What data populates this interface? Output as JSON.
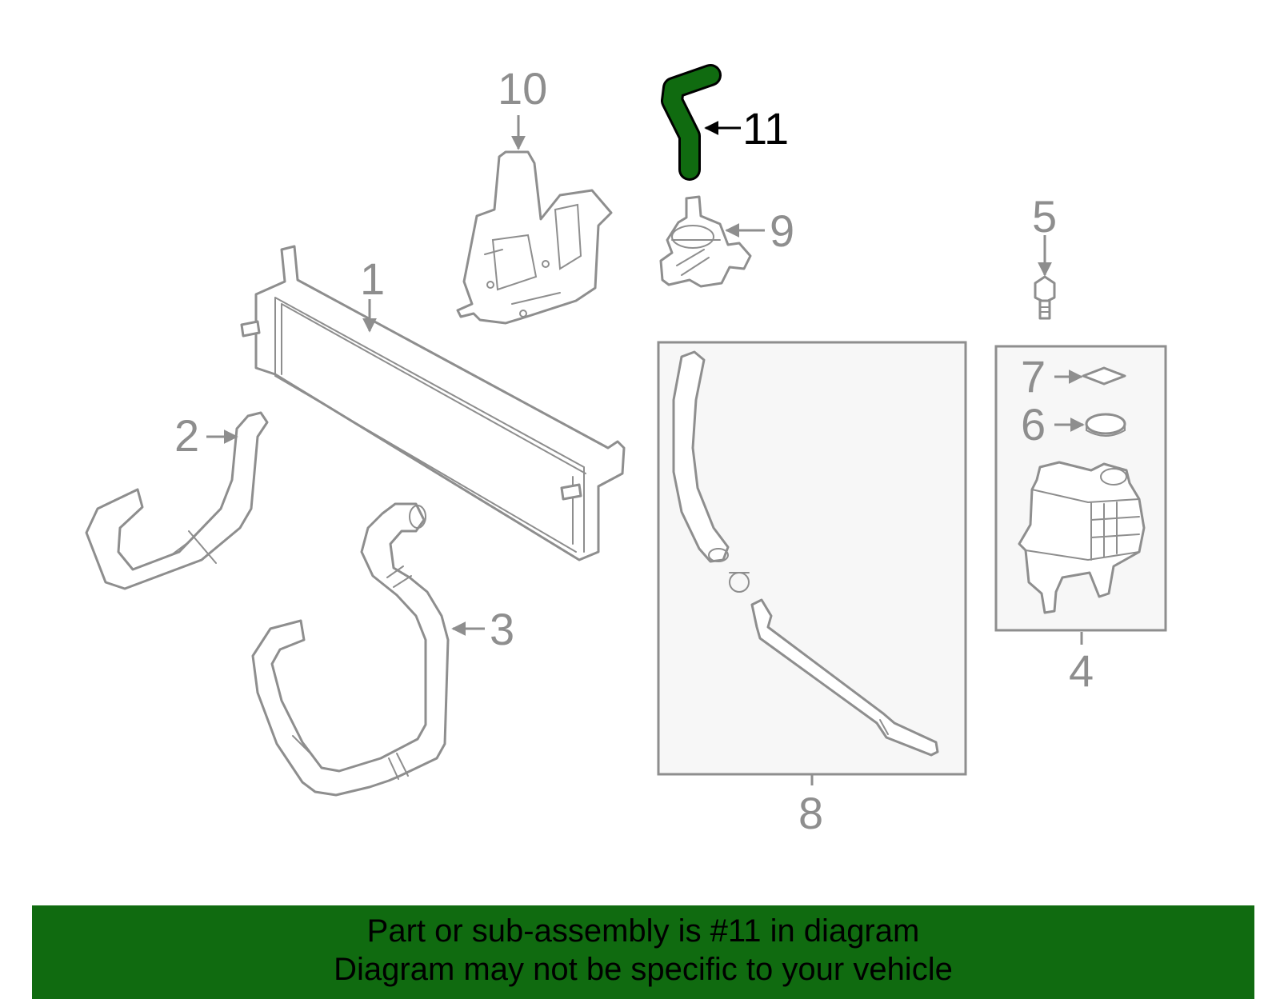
{
  "callouts": {
    "c1": "1",
    "c2": "2",
    "c3": "3",
    "c4": "4",
    "c5": "5",
    "c6": "6",
    "c7": "7",
    "c8": "8",
    "c9": "9",
    "c10": "10",
    "c11": "11"
  },
  "footer": {
    "line1": "Part or sub-assembly is #11 in diagram",
    "line2": "Diagram may not be specific to your vehicle"
  },
  "colors": {
    "highlight": "#106b10",
    "banner": "#106b10",
    "part_line": "#8e8e8e",
    "label_active": "#000000"
  }
}
